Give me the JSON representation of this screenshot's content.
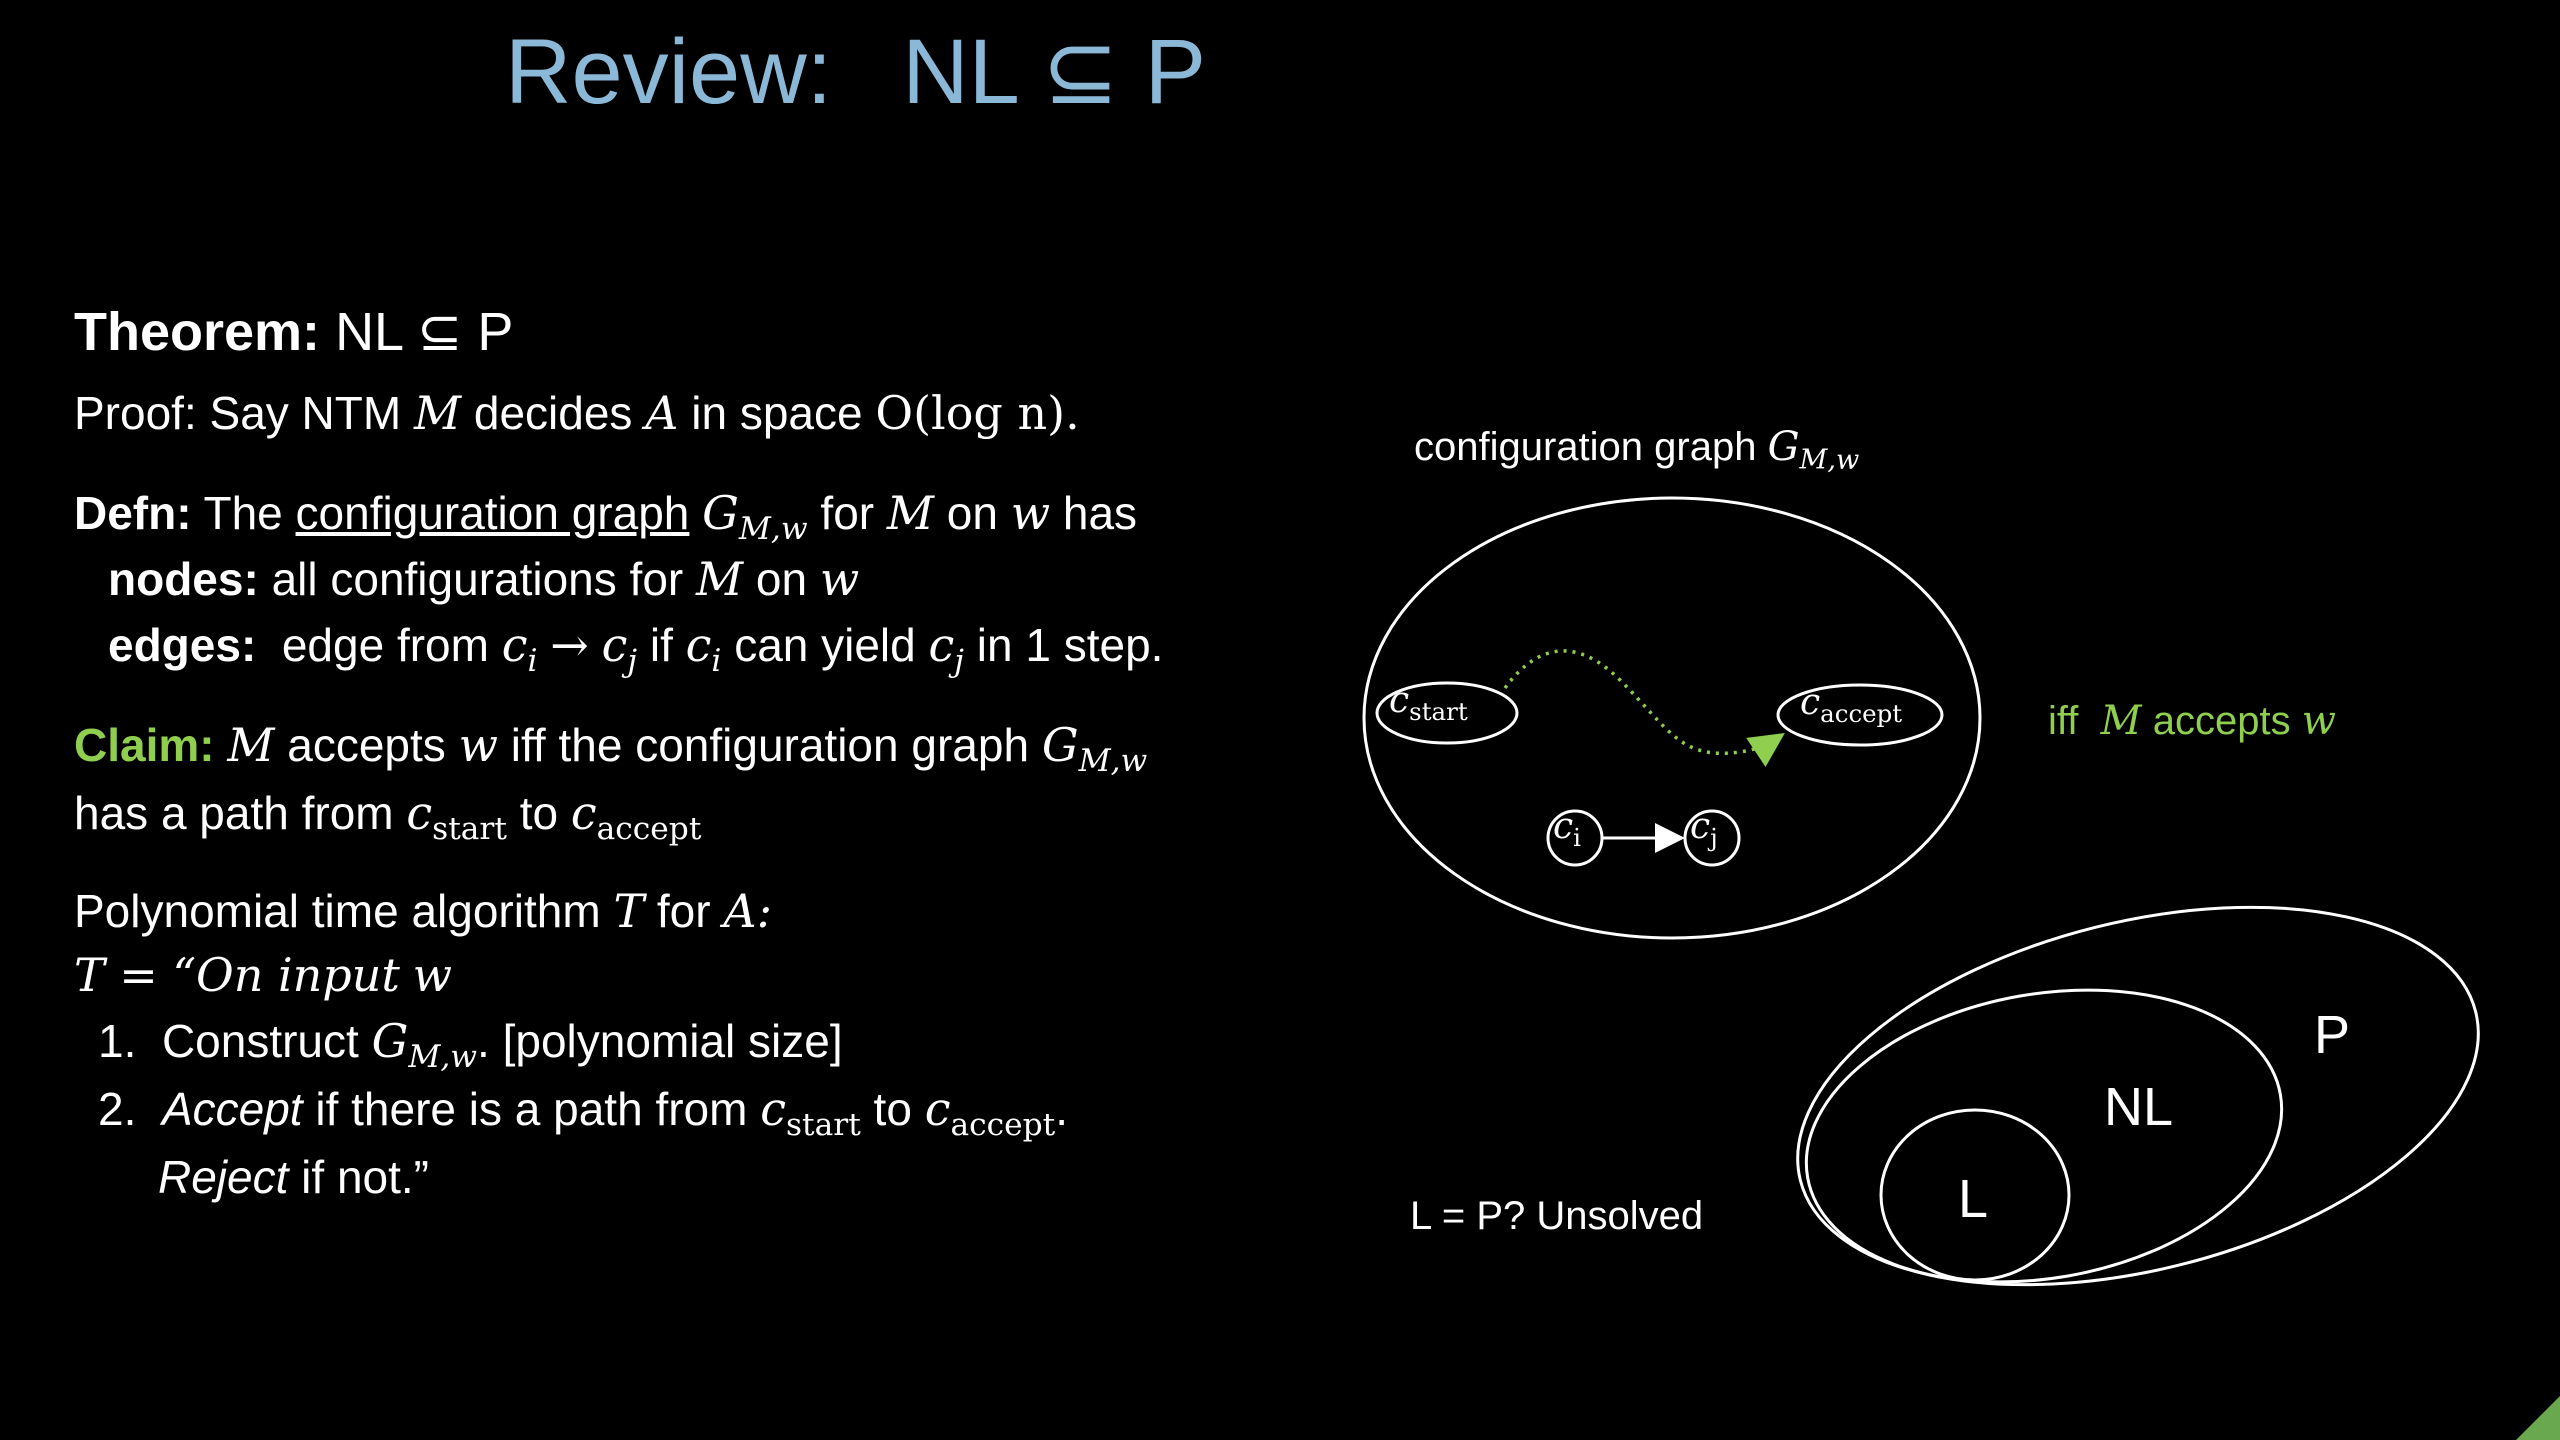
{
  "title": {
    "review": "Review:",
    "stmt": "NL ⊆ P"
  },
  "theorem": {
    "label": "Theorem:",
    "stmt": "NL ⊆ P"
  },
  "proof": {
    "prefix": "Proof:  Say NTM",
    "M": "M",
    "decides": "decides",
    "A": "A",
    "inspace": "in space",
    "bound": "O(log n)."
  },
  "defn": {
    "label": "Defn:",
    "the": "The",
    "term": "configuration graph",
    "G": "G",
    "Gsub": "M,w",
    "for": "for",
    "M": "M",
    "on": "on",
    "w": "w",
    "has": "has",
    "nodes_label": "nodes:",
    "nodes_text": "all configurations for",
    "nodes_M": "M",
    "nodes_on": "on",
    "nodes_w": "w",
    "edges_label": "edges:",
    "edges_text": "edge from",
    "c": "c",
    "i": "i",
    "j": "j",
    "arrow": "→",
    "if": "if",
    "canyield": "can yield",
    "in1step": "in 1 step."
  },
  "claim": {
    "label": "Claim:",
    "M": "M",
    "accepts": "accepts",
    "w": "w",
    "iff_text": "iff the configuration graph",
    "G": "G",
    "Gsub": "M,w",
    "line2": "has a path from",
    "c": "c",
    "start": "start",
    "to": "to",
    "accept": "accept"
  },
  "algorithm": {
    "heading": "Polynomial time algorithm",
    "T": "T",
    "for": "for",
    "A": "A:",
    "def_eq": "T = “On input",
    "def_w": "w",
    "step1_num": "1.",
    "step1_text": "Construct",
    "step1_G": "G",
    "step1_sub": "M,w",
    "step1_note": ".  [polynomial size]",
    "step2_num": "2.",
    "step2_accept": "Accept",
    "step2_text": "if there is a path from",
    "step2_c": "c",
    "step2_start": "start",
    "step2_to": "to",
    "step2_accept_sub": "accept",
    "step2_end": ".",
    "step3_reject": "Reject",
    "step3_text": "if not.”"
  },
  "diagram": {
    "graph_label": "configuration graph",
    "G": "G",
    "Gsub": "M,w",
    "c": "c",
    "start": "start",
    "accept": "accept",
    "i": "i",
    "j": "j",
    "iff": "iff",
    "M": "M",
    "accepts": "accepts",
    "w": "w"
  },
  "venn": {
    "P": "P",
    "NL": "NL",
    "L": "L",
    "question": "L = P?  Unsolved"
  },
  "colors": {
    "title": "#8ab8d6",
    "green": "#8fce4f",
    "background": "#000000",
    "foreground": "#ffffff"
  }
}
